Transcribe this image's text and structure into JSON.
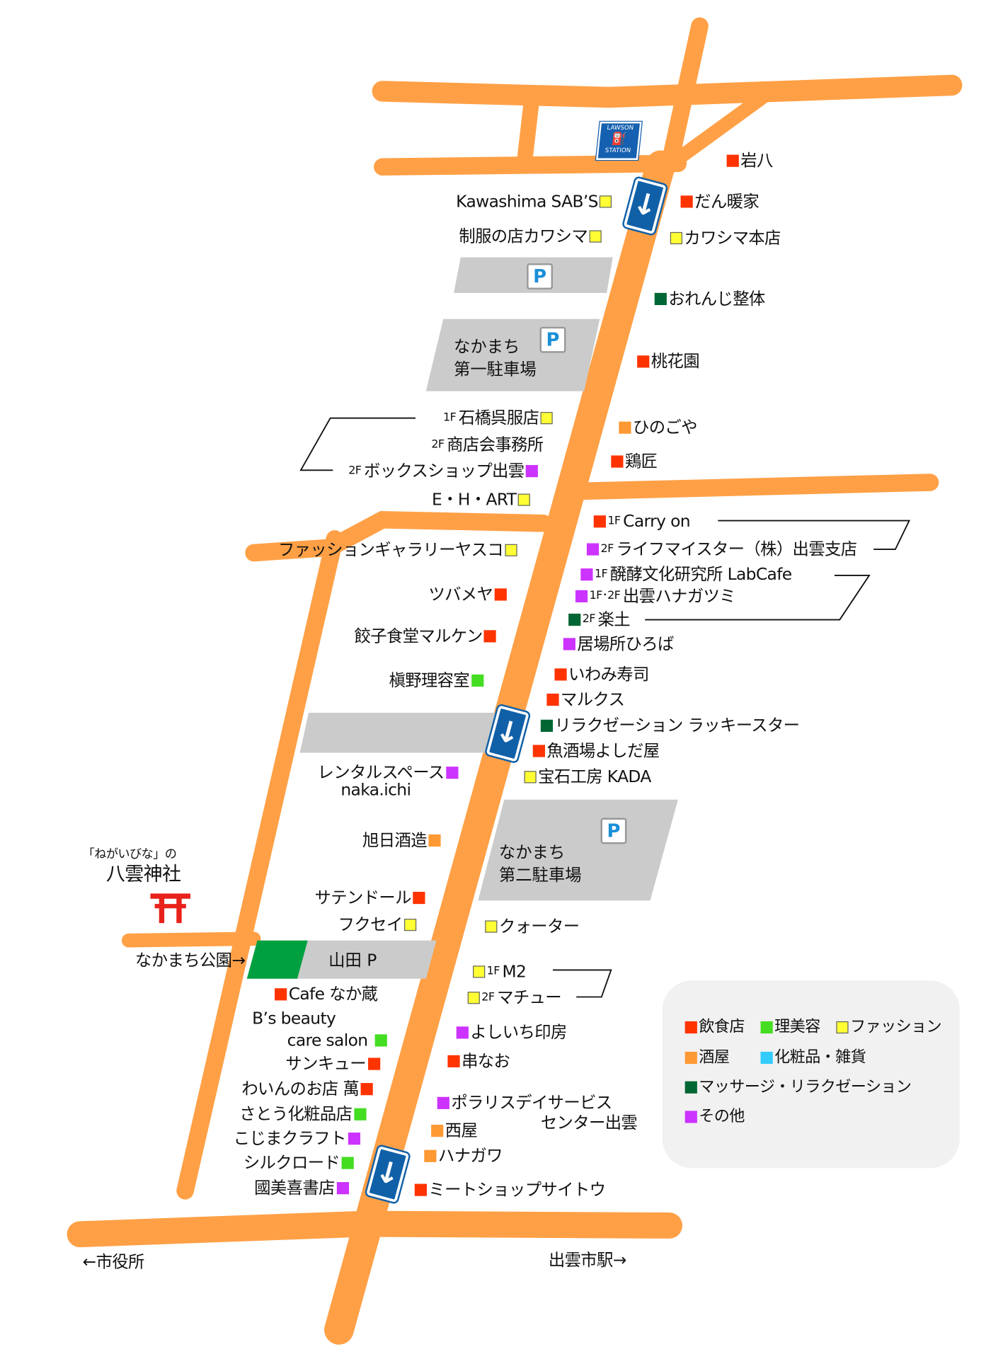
{
  "categories": {
    "restaurant": "#ff3300",
    "barber_beauty": "#44dd22",
    "fashion": "#ffff33",
    "liquor": "#ff9933",
    "cosmetics": "#33ccff",
    "massage": "#006633",
    "other": "#cc33ff"
  },
  "logo": {
    "line1": "LAWSON",
    "line2": "STATION"
  },
  "parking": {
    "p": "P",
    "lot1": [
      "なかまち",
      "第一駐車場"
    ],
    "lot2": [
      "なかまち",
      "第二駐車場"
    ],
    "yamada": "山田 P"
  },
  "landmarks": {
    "shrine_sub": "「ねがいびな」の",
    "shrine": "八雲神社",
    "park": "なかまち公園→",
    "city_hall": "←市役所",
    "station": "出雲市駅→"
  },
  "shops_right": [
    "岩八",
    "だん暖家",
    "カワシマ本店",
    "おれんじ整体",
    "桃花園",
    "ひのごや",
    "鶏匠",
    "Carry on",
    "ライフマイスター（株）出雲支店",
    "醗酵文化研究所 LabCafe",
    "出雲ハナガツミ",
    "楽土",
    "居場所ひろば",
    "いわみ寿司",
    "マルクス",
    "リラクゼーション ラッキースター",
    "魚酒場よしだ屋",
    "宝石工房 KADA",
    "クォーター",
    "M2",
    "マチュー",
    "よしいち印房",
    "串なお",
    "ポラリスデイサービス",
    "センター出雲",
    "西屋",
    "ハナガワ",
    "ミートショップサイトウ"
  ],
  "shops_left": [
    "Kawashima SAB’S",
    "制服の店カワシマ",
    "石橋呉服店",
    "商店会事務所",
    "ボックスショップ出雲",
    "E・H・ART",
    "ファッションギャラリーヤスコ",
    "ツバメヤ",
    "餃子食堂マルケン",
    "槇野理容室",
    "レンタルスペース",
    "naka.ichi",
    "旭日酒造",
    "サテンドール",
    "フクセイ",
    "Cafe なか蔵",
    "B’s beauty",
    "care salon",
    "サンキュー",
    "わいんのお店 萬",
    "さとう化粧品店",
    "こじまクラフト",
    "シルクロード",
    "國美喜書店"
  ],
  "floors": {
    "f1": "1F",
    "f2": "2F",
    "f12": "1F･2F"
  },
  "legend": [
    "飲食店",
    "理美容",
    "ファッション",
    "酒屋",
    "化粧品・雑貨",
    "マッサージ・リラクゼーション",
    "その他"
  ]
}
